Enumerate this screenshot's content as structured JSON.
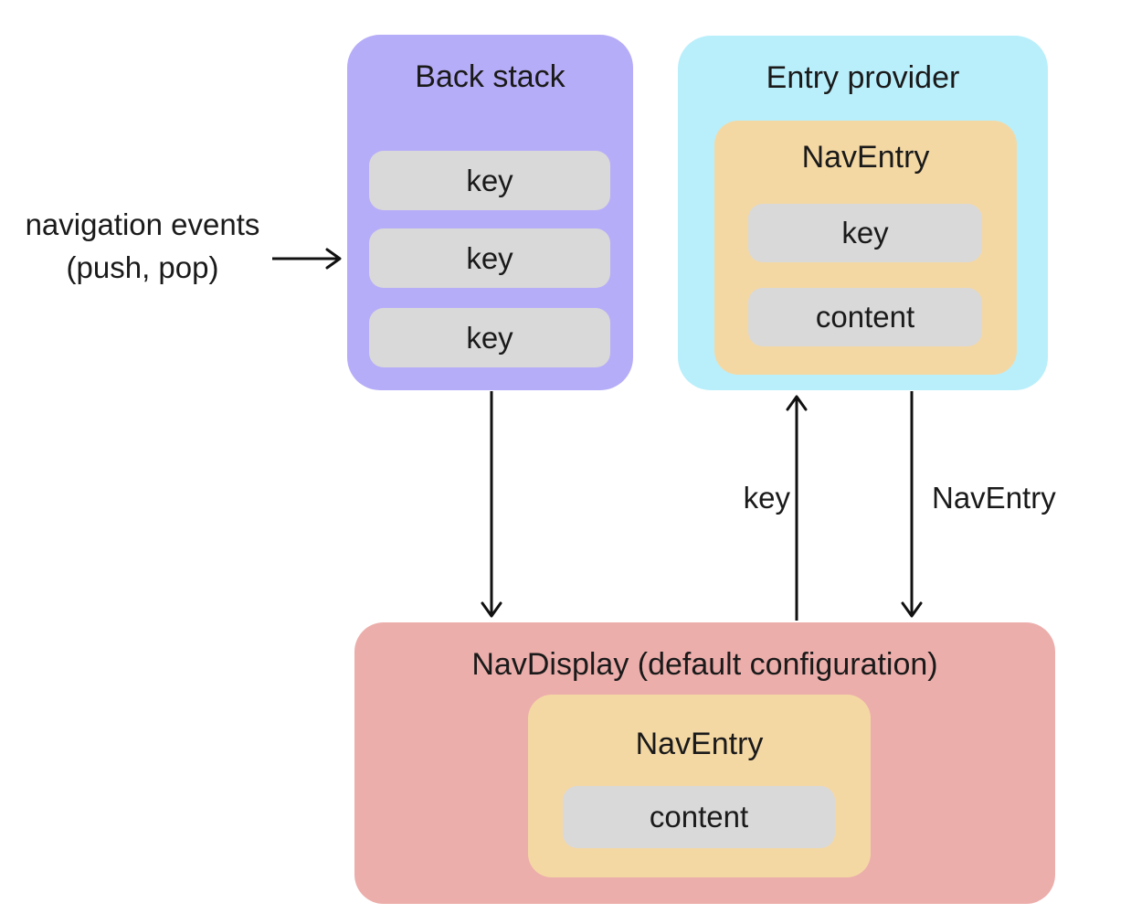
{
  "back_stack": {
    "title": "Back stack",
    "keys": [
      "key",
      "key",
      "key"
    ]
  },
  "entry_provider": {
    "title": "Entry provider",
    "nav_entry": {
      "title": "NavEntry",
      "slots": [
        "key",
        "content"
      ]
    }
  },
  "nav_display": {
    "title": "NavDisplay (default configuration)",
    "nav_entry": {
      "title": "NavEntry",
      "slots": [
        "content"
      ]
    }
  },
  "labels": {
    "navigation_events_line1": "navigation events",
    "navigation_events_line2": "(push, pop)",
    "key_arrow": "key",
    "nav_entry_arrow": "NavEntry"
  },
  "colors": {
    "back_stack_fill": "#b6adf8",
    "entry_provider_fill": "#b9effb",
    "nav_entry_fill": "#f4d8a4",
    "nav_display_fill": "#ecaeab",
    "pill_fill": "#d9d9d9",
    "text": "#1a1a1a",
    "arrow": "#111111"
  }
}
